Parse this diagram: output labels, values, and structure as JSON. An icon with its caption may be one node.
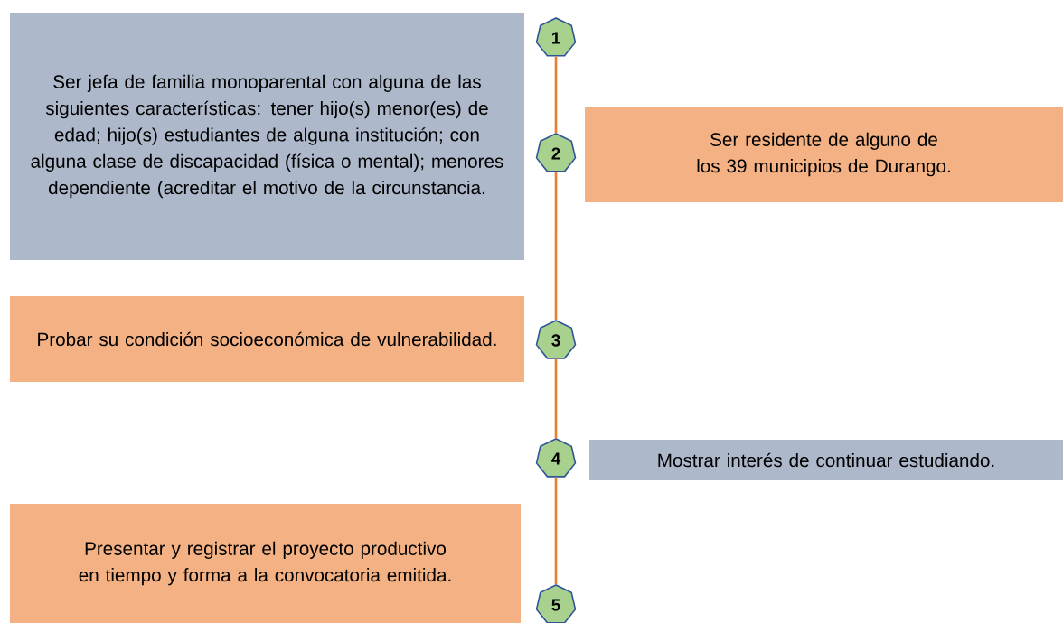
{
  "diagram": {
    "nodes": [
      {
        "text": [
          "Ser jefa de familia monoparental con alguna de las siguientes características: tener hijo(s) menor(es) de edad; hijo(s) estudiantes de alguna institución; con alguna clase de discapacidad (física o mental); menores dependiente (acreditar el motivo de la circunstancia."
        ]
      },
      {
        "text": [
          "Ser residente de alguno de los 39 municipios de Durango."
        ]
      },
      {
        "text": [
          "Probar su condición socioeconómica de vulnerabilidad."
        ]
      },
      {
        "text": [
          "Mostrar interés de continuar estudiando."
        ]
      },
      {
        "text": [
          "Presentar y registrar el proyecto productivo en tiempo y forma a la convocatoria emitida."
        ]
      },
      {
        "text": [
          "1"
        ]
      },
      {
        "text": [
          "2"
        ]
      },
      {
        "text": [
          "3"
        ]
      },
      {
        "text": [
          "4"
        ]
      },
      {
        "text": [
          "5"
        ]
      }
    ],
    "edges": [
      {
        "from": 5,
        "to": 6,
        "arrow": "none"
      },
      {
        "from": 6,
        "to": 7,
        "arrow": "none"
      },
      {
        "from": 7,
        "to": 8,
        "arrow": "none"
      },
      {
        "from": 8,
        "to": 9,
        "arrow": "none"
      }
    ]
  }
}
